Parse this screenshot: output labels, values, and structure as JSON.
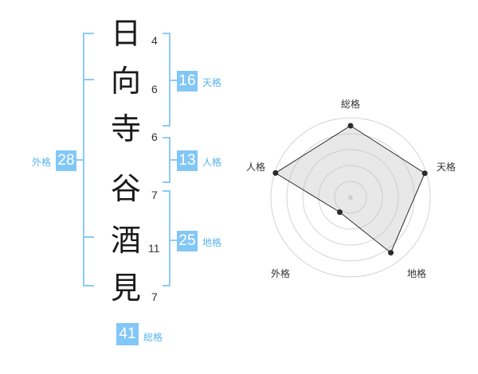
{
  "name_chars": [
    "日",
    "向",
    "寺",
    "谷",
    "酒",
    "見"
  ],
  "stroke_counts": [
    "4",
    "6",
    "6",
    "7",
    "11",
    "7"
  ],
  "kakusu": {
    "tenkaku": {
      "value": "16",
      "label": "天格"
    },
    "jinkaku": {
      "value": "13",
      "label": "人格"
    },
    "chikaku": {
      "value": "25",
      "label": "地格"
    },
    "gaikaku": {
      "value": "28",
      "label": "外格"
    },
    "soukaku": {
      "value": "41",
      "label": "総格"
    }
  },
  "radar": {
    "axes": [
      "総格",
      "天格",
      "地格",
      "外格",
      "人格"
    ],
    "levels": 5,
    "values": [
      0.9,
      0.98,
      0.86,
      0.23,
      0.99
    ]
  }
}
